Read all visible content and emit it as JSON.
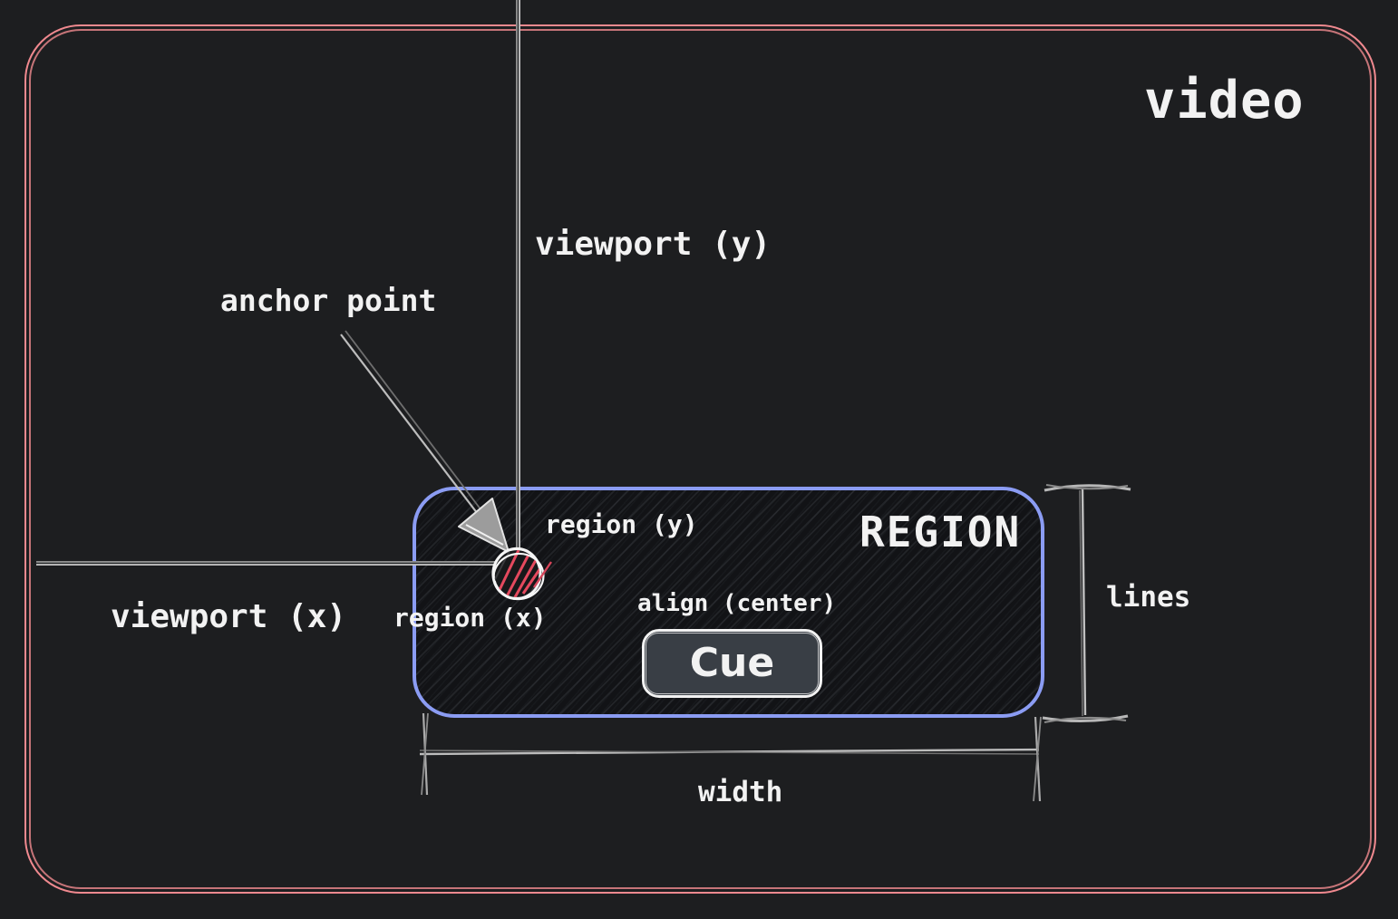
{
  "diagram": {
    "video_label": "video",
    "viewport_y_label": "viewport (y)",
    "viewport_x_label": "viewport (x)",
    "anchor_label": "anchor point",
    "region": {
      "title": "REGION",
      "region_y_label": "region (y)",
      "region_x_label": "region (x)",
      "align_label": "align (center)",
      "cue_label": "Cue"
    },
    "lines_label": "lines",
    "width_label": "width",
    "colors": {
      "background": "#1d1e20",
      "video_border": "#f0898f",
      "region_border": "#8b9cf3",
      "region_fill": "#121316",
      "anchor_hatch_red": "#e5495e",
      "measure_line_grey": "#a9a9a9",
      "text": "#f2f2f2",
      "cue_background": "#393e45"
    },
    "icons": [
      {
        "name": "anchor-arrow",
        "meaning": "arrow pointing from anchor point label to anchor marker"
      },
      {
        "name": "anchor-point-marker",
        "meaning": "hand-drawn circle with red hatching marking the region anchor"
      },
      {
        "name": "lines-measure",
        "meaning": "vertical I-beam dimension line for region height in lines"
      },
      {
        "name": "width-measure",
        "meaning": "horizontal dimension line with end ticks for region width"
      }
    ]
  }
}
